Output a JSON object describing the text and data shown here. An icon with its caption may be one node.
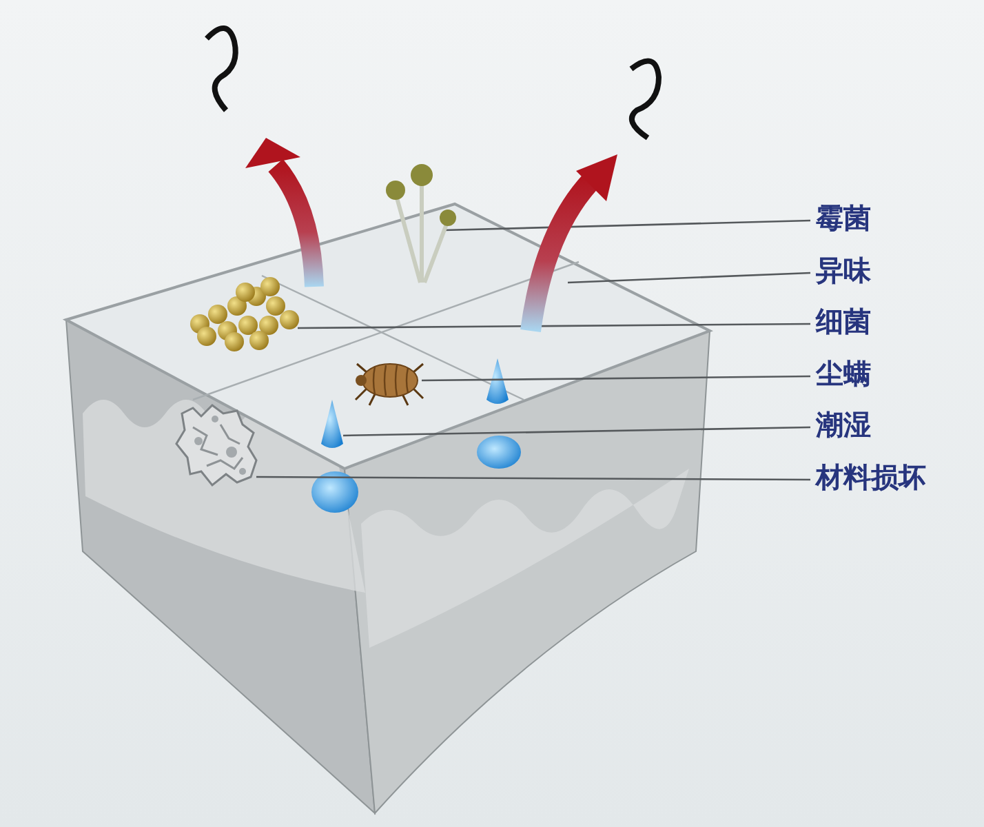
{
  "diagram": {
    "nodes": [
      {
        "text": [
          "霉菌"
        ]
      },
      {
        "text": [
          "异味"
        ]
      },
      {
        "text": [
          "细菌"
        ]
      },
      {
        "text": [
          "尘螨"
        ]
      },
      {
        "text": [
          "潮湿"
        ]
      },
      {
        "text": [
          "材料损坏"
        ]
      },
      {
        "text": [],
        "shape": "picture"
      },
      {
        "text": [],
        "shape": "picture"
      },
      {
        "text": [],
        "shape": "picture"
      },
      {
        "text": [],
        "shape": "picture"
      },
      {
        "text": [],
        "shape": "picture"
      },
      {
        "text": [],
        "shape": "picture"
      }
    ],
    "edges": [
      {
        "from": 0,
        "to": 6,
        "arrow": "none"
      },
      {
        "from": 1,
        "to": 7,
        "arrow": "none"
      },
      {
        "from": 2,
        "to": 8,
        "arrow": "none"
      },
      {
        "from": 3,
        "to": 9,
        "arrow": "none"
      },
      {
        "from": 4,
        "to": 10,
        "arrow": "none"
      },
      {
        "from": 5,
        "to": 11,
        "arrow": "none"
      }
    ]
  }
}
